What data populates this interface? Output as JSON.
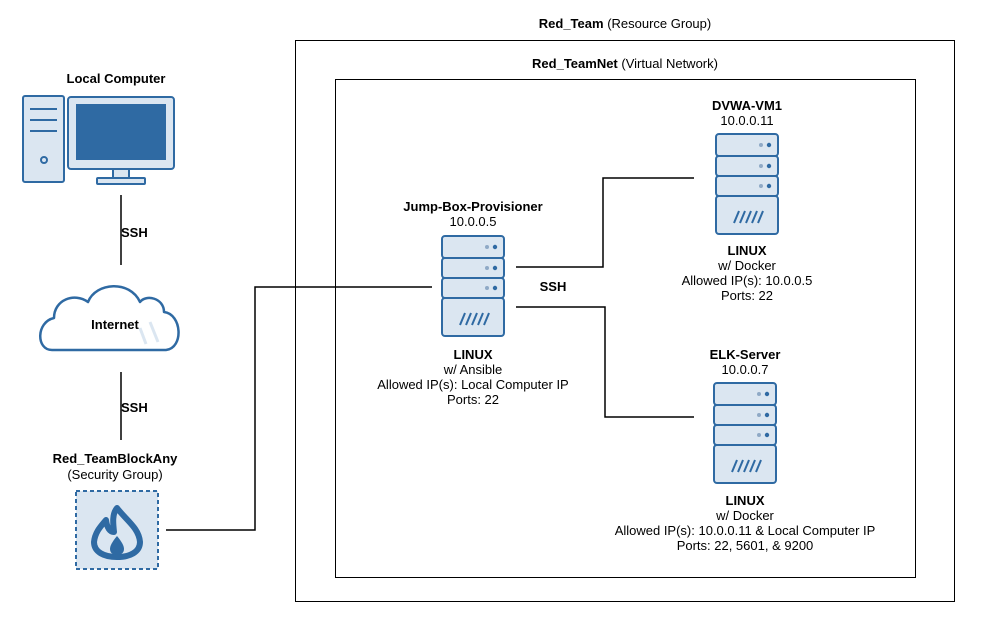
{
  "resource_group": {
    "name": "Red_Team",
    "kind": "(Resource Group)"
  },
  "virtual_network": {
    "name": "Red_TeamNet",
    "kind": "(Virtual Network)"
  },
  "local_computer": {
    "title": "Local Computer"
  },
  "internet": {
    "label": "Internet"
  },
  "links": {
    "ssh_top": "SSH",
    "ssh_bottom": "SSH",
    "ssh_internal": "SSH"
  },
  "security_group": {
    "name": "Red_TeamBlockAny",
    "kind": "(Security Group)"
  },
  "jump_box": {
    "name": "Jump-Box-Provisioner",
    "ip": "10.0.0.5",
    "os": "LINUX",
    "software": "w/ Ansible",
    "allowed": "Allowed IP(s): Local Computer IP",
    "ports": "Ports: 22"
  },
  "dvwa": {
    "name": "DVWA-VM1",
    "ip": "10.0.0.11",
    "os": "LINUX",
    "software": "w/ Docker",
    "allowed": "Allowed IP(s): 10.0.0.5",
    "ports": "Ports: 22"
  },
  "elk": {
    "name": "ELK-Server",
    "ip": "10.0.0.7",
    "os": "LINUX",
    "software": "w/ Docker",
    "allowed": "Allowed IP(s): 10.0.0.11 & Local Computer IP",
    "ports": "Ports: 22, 5601, & 9200"
  },
  "colors": {
    "icon_blue": "#2f6aa3",
    "icon_light": "#dbe6f1",
    "icon_cloud_fill": "#ffffff",
    "line": "#000000"
  }
}
